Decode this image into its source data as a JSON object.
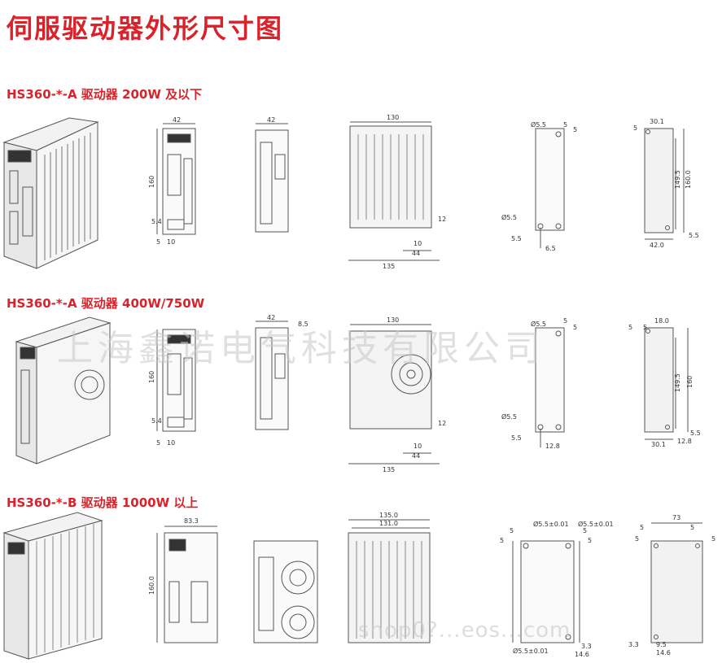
{
  "title": "伺服驱动器外形尺寸图",
  "sections": [
    {
      "heading": "HS360-*-A 驱动器 200W 及以下",
      "dims": {
        "front_width": "42",
        "front_height": "160",
        "front_d1": "5",
        "front_d2": "10",
        "front_d3": "5.4",
        "side_width": "42",
        "top_width": "130",
        "top_depth": "135",
        "top_d1": "10",
        "top_d2": "44",
        "top_d3": "12",
        "mount_hole": "Ø5.5",
        "mount_m1": "5",
        "mount_m2": "5",
        "mount_m3": "Ø5.5",
        "mount_m4": "5.5",
        "mount_m5": "6.5",
        "back_w": "30.1",
        "back_h1": "149.5",
        "back_h2": "160.0",
        "back_b": "42.0",
        "back_m1": "5",
        "back_m2": "5.5"
      }
    },
    {
      "heading": "HS360-*-A 驱动器 400W/750W",
      "dims": {
        "front_height": "160",
        "front_d1": "5",
        "front_d2": "10",
        "front_d3": "5.4",
        "side_width": "42",
        "side_d": "8.5",
        "top_width": "130",
        "top_depth": "135",
        "top_d1": "10",
        "top_d2": "44",
        "top_d3": "12",
        "mount_hole": "Ø5.5",
        "mount_m1": "5",
        "mount_m2": "5",
        "mount_m3": "Ø5.5",
        "mount_m4": "5.5",
        "mount_m5": "12.8",
        "back_w": "18.0",
        "back_h1": "149.5",
        "back_h2": "160",
        "back_b": "30.1",
        "back_b2": "12.8",
        "back_m1": "5",
        "back_m2": "5",
        "back_m3": "5.5"
      }
    },
    {
      "heading": "HS360-*-B 驱动器 1000W 以上",
      "dims": {
        "front_width": "83.3",
        "front_height": "160.0",
        "top_w1": "135.0",
        "top_w2": "131.0",
        "mount_h1": "Ø5.5±0.01",
        "mount_h2": "Ø5.5±0.01",
        "mount_h3": "Ø5.5±0.01",
        "mount_m1": "5",
        "mount_m2": "5",
        "mount_m3": "5",
        "mount_m4": "5",
        "mount_m5": "3.3",
        "mount_m6": "14.6",
        "back_w": "73",
        "back_m1": "5",
        "back_m2": "5",
        "back_m3": "5",
        "back_m4": "5",
        "back_b1": "3.3",
        "back_b2": "9.5",
        "back_b3": "14.6"
      }
    }
  ],
  "watermark": "上海鑫诺电气科技有限公司",
  "watermark2": "shop0?...eos...com"
}
